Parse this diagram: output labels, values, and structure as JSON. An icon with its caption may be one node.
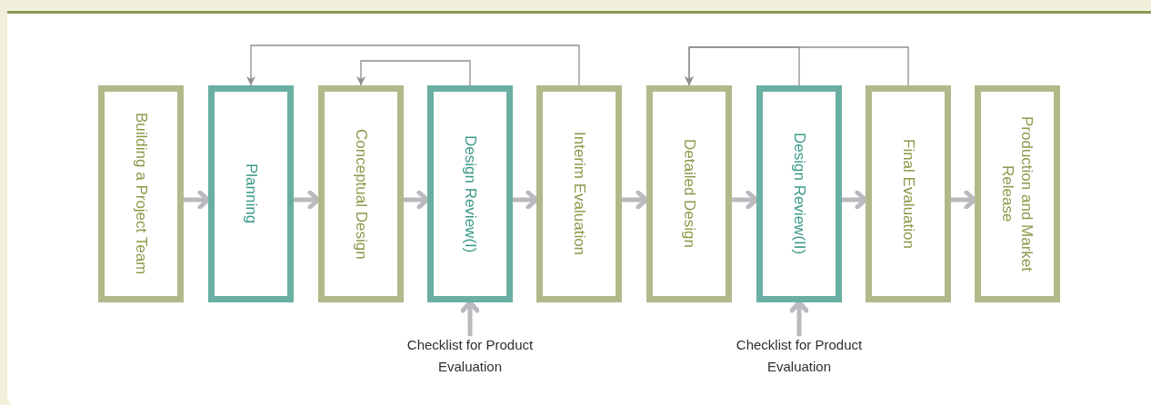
{
  "diagram": {
    "nodes": [
      {
        "text": [
          "Building a Project Team"
        ]
      },
      {
        "text": [
          "Planning"
        ]
      },
      {
        "text": [
          "Conceptual Design"
        ]
      },
      {
        "text": [
          "Design Review(I)"
        ]
      },
      {
        "text": [
          "Interim Evaluation"
        ]
      },
      {
        "text": [
          "Detailed Design"
        ]
      },
      {
        "text": [
          "Design Review(II)"
        ]
      },
      {
        "text": [
          "Final Evaluation"
        ]
      },
      {
        "text": [
          "Production and Market Release"
        ]
      },
      {
        "text": [
          "Checklist for Product Evaluation"
        ]
      },
      {
        "text": [
          "Checklist for Product Evaluation"
        ]
      }
    ],
    "edges": [
      {
        "from": 0,
        "to": 1,
        "arrow": "to"
      },
      {
        "from": 1,
        "to": 2,
        "arrow": "to"
      },
      {
        "from": 2,
        "to": 3,
        "arrow": "to"
      },
      {
        "from": 3,
        "to": 4,
        "arrow": "to"
      },
      {
        "from": 4,
        "to": 5,
        "arrow": "to"
      },
      {
        "from": 5,
        "to": 6,
        "arrow": "to"
      },
      {
        "from": 6,
        "to": 7,
        "arrow": "to"
      },
      {
        "from": 7,
        "to": 8,
        "arrow": "to"
      },
      {
        "from": 4,
        "to": 1,
        "arrow": "to"
      },
      {
        "from": 3,
        "to": 2,
        "arrow": "to"
      },
      {
        "from": 6,
        "to": 5,
        "arrow": "to"
      },
      {
        "from": 7,
        "to": 5,
        "arrow": "to"
      },
      {
        "from": 9,
        "to": 3,
        "arrow": "to"
      },
      {
        "from": 10,
        "to": 6,
        "arrow": "to"
      }
    ]
  }
}
